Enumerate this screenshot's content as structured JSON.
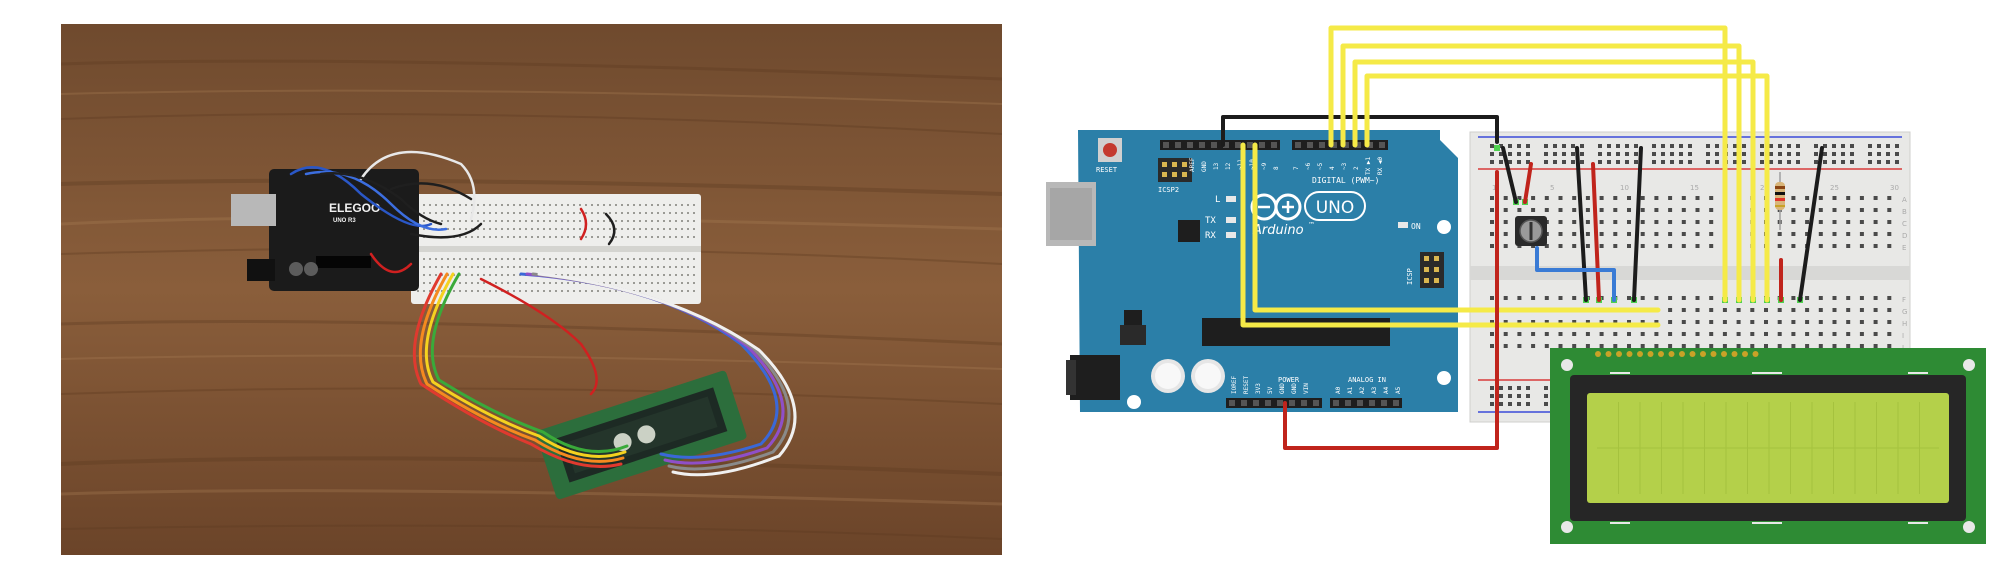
{
  "photo": {
    "board_brand": "ELEGOO",
    "board_model": "UNO R3"
  },
  "schematic": {
    "board_labels": {
      "reset": "RESET",
      "icsp2": "ICSP2",
      "l_led": "L",
      "tx": "TX",
      "rx": "RX",
      "on": "ON",
      "icsp": "ICSP",
      "logo_word": "Arduino",
      "logo_tm": "™",
      "uno": "UNO",
      "digital_header": "DIGITAL (PWM~)",
      "aref": "AREF",
      "gnd_top": "GND",
      "pin13": "13",
      "pin12": "12",
      "pin11": "~11",
      "pin10": "~10",
      "pin9": "~9",
      "pin8": "8",
      "pin7": "7",
      "pin6": "~6",
      "pin5": "~5",
      "pin4": "4",
      "pin3": "~3",
      "pin2": "2",
      "pin1": "TX ▶1",
      "pin0": "RX ◀0",
      "power_header": "POWER",
      "analog_header": "ANALOG IN",
      "ioref": "IOREF",
      "reset_pin": "RESET",
      "v33": "3V3",
      "v5": "5V",
      "gnd1": "GND",
      "gnd2": "GND",
      "vin": "VIN",
      "a0": "A0",
      "a1": "A1",
      "a2": "A2",
      "a3": "A3",
      "a4": "A4",
      "a5": "A5"
    },
    "breadboard_cols": [
      "1",
      "5",
      "10",
      "15",
      "20",
      "25",
      "30"
    ],
    "breadboard_rows": [
      "A",
      "B",
      "C",
      "D",
      "E",
      "F",
      "G",
      "H",
      "I",
      "J"
    ]
  },
  "colors": {
    "arduino_teal": "#2b7fa8",
    "wire_yellow": "#f5ea47",
    "wire_red": "#c0241c",
    "wire_black": "#1c1c1c",
    "wire_blue": "#3a7bd5",
    "lcd_pcb": "#2e8b34",
    "lcd_screen": "#b4d04a"
  }
}
